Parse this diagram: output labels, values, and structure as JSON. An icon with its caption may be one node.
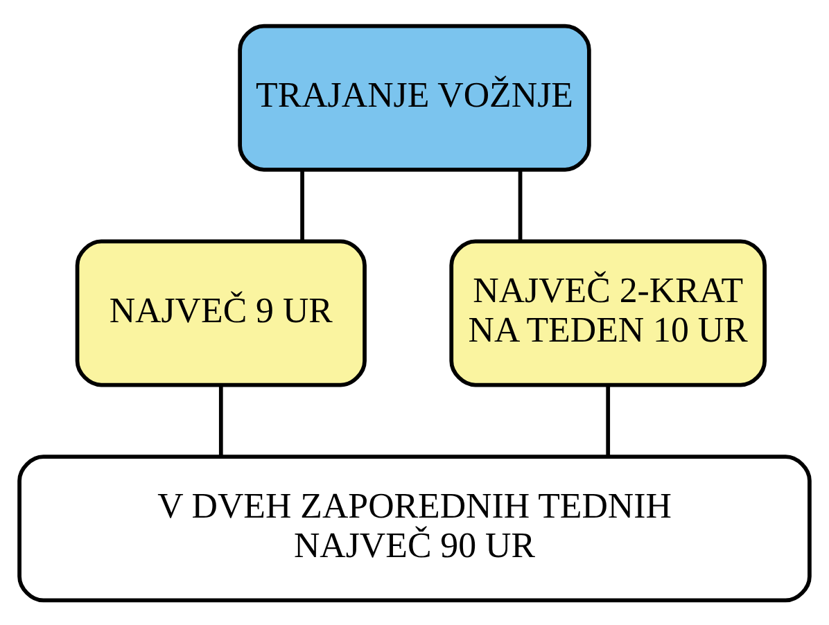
{
  "diagram": {
    "nodes": [
      {
        "text": [
          "TRAJANJE VOŽNJE"
        ]
      },
      {
        "text": [
          "NAJVEČ 9 UR"
        ]
      },
      {
        "text": [
          "NAJVEČ 2-KRAT NA TEDEN 10 UR"
        ]
      },
      {
        "text": [
          "V DVEH ZAPOREDNIH TEDNIH NAJVEČ 90 UR"
        ]
      }
    ],
    "edges": [
      {
        "from": 0,
        "to": 1,
        "arrow": "none"
      },
      {
        "from": 0,
        "to": 2,
        "arrow": "none"
      },
      {
        "from": 1,
        "to": 3,
        "arrow": "none"
      },
      {
        "from": 2,
        "to": 3,
        "arrow": "none"
      }
    ]
  }
}
